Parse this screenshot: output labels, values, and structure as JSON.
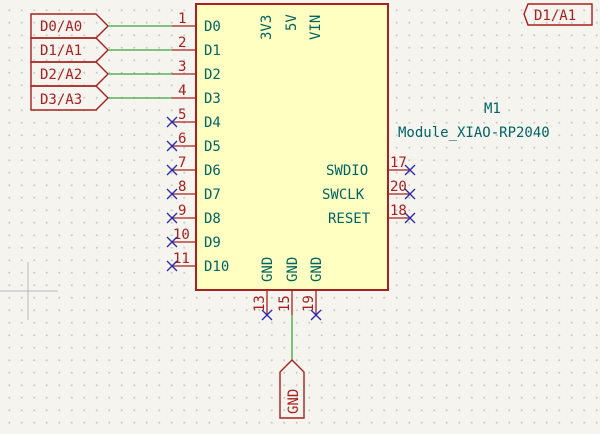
{
  "component": {
    "reference": "M1",
    "value": "Module_XIAO-RP2040"
  },
  "left_pins": [
    {
      "number": "1",
      "name": "D0"
    },
    {
      "number": "2",
      "name": "D1"
    },
    {
      "number": "3",
      "name": "D2"
    },
    {
      "number": "4",
      "name": "D3"
    },
    {
      "number": "5",
      "name": "D4"
    },
    {
      "number": "6",
      "name": "D5"
    },
    {
      "number": "7",
      "name": "D6"
    },
    {
      "number": "8",
      "name": "D7"
    },
    {
      "number": "9",
      "name": "D8"
    },
    {
      "number": "10",
      "name": "D9"
    },
    {
      "number": "11",
      "name": "D10"
    }
  ],
  "top_pins": [
    {
      "name": "3V3"
    },
    {
      "name": "5V"
    },
    {
      "name": "VIN"
    }
  ],
  "right_pins": [
    {
      "number": "17",
      "name": "SWDIO"
    },
    {
      "number": "20",
      "name": "SWCLK"
    },
    {
      "number": "18",
      "name": "RESET"
    }
  ],
  "bottom_pins": [
    {
      "number": "13",
      "name": "GND"
    },
    {
      "number": "15",
      "name": "GND"
    },
    {
      "number": "19",
      "name": "GND"
    }
  ],
  "net_labels": [
    {
      "text": "D0/A0"
    },
    {
      "text": "D1/A1"
    },
    {
      "text": "D2/A2"
    },
    {
      "text": "D3/A3"
    },
    {
      "text": "D1/A1"
    }
  ],
  "power_label": {
    "text": "GND"
  },
  "colors": {
    "sheet_background": "#f5f4ef",
    "component_fill": "#ffffc2",
    "component_outline": "#a8201f",
    "pin_text": "#006464",
    "wire": "#3aa53a",
    "no_connect": "#2b2bb0"
  }
}
